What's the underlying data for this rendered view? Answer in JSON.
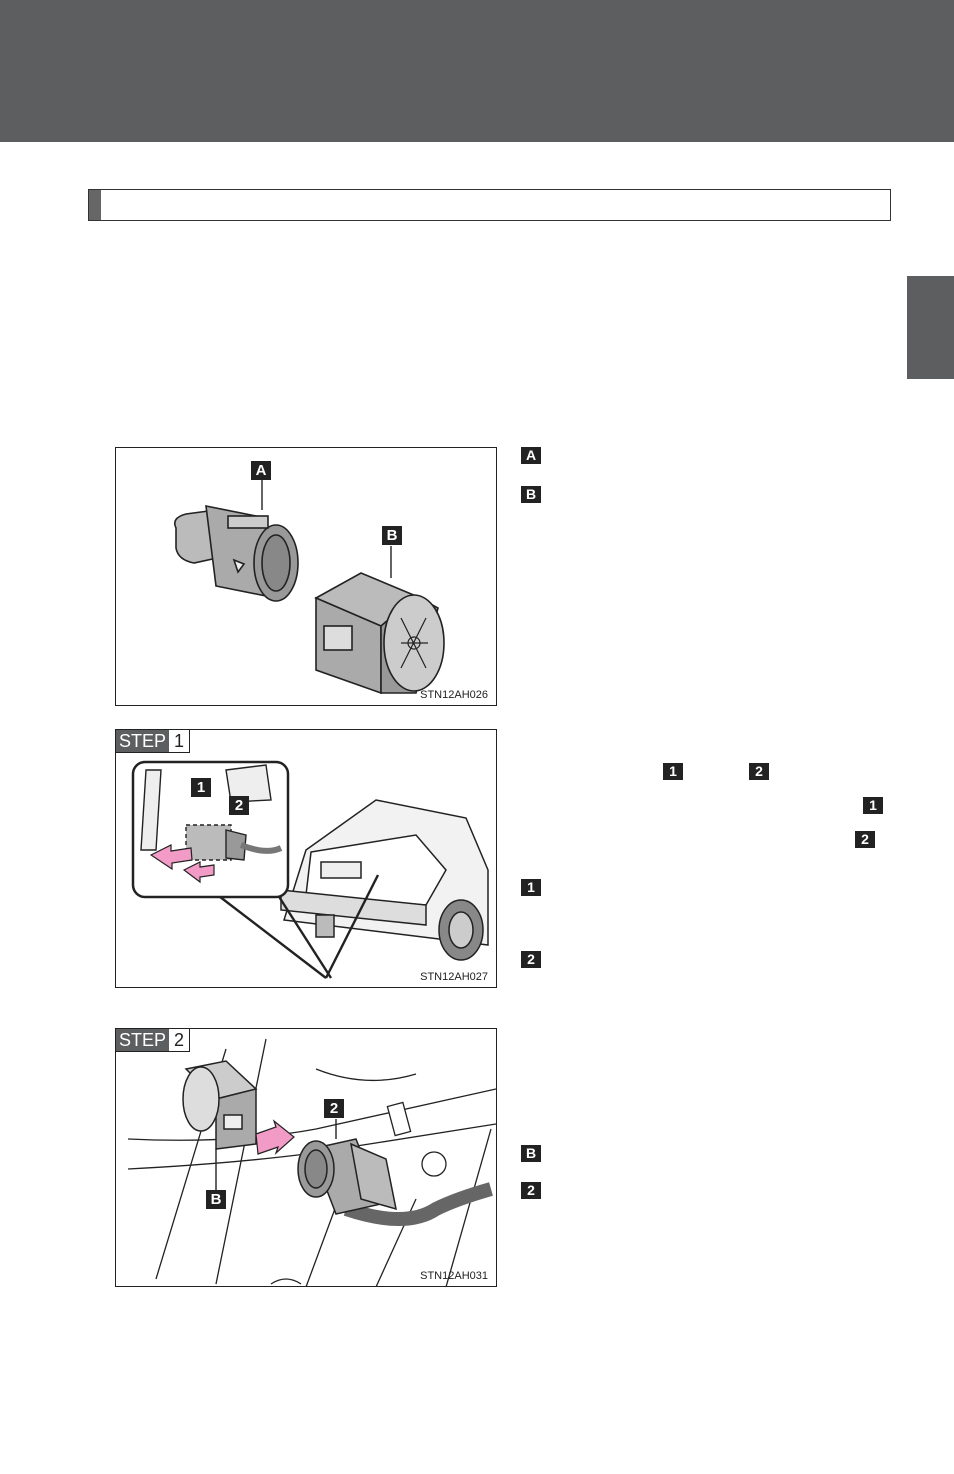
{
  "labels": {
    "a": "A",
    "b": "B",
    "one": "1",
    "two": "2"
  },
  "figures": {
    "fig1": {
      "code": "STN12AH026"
    },
    "fig2": {
      "code": "STN12AH027",
      "step_word": "STEP",
      "step_number": "1"
    },
    "fig3": {
      "code": "STN12AH031",
      "step_word": "STEP",
      "step_number": "2"
    }
  },
  "colors": {
    "header": "#5d5e60",
    "arrow": "#f39bc7",
    "label_bg": "#222222"
  }
}
